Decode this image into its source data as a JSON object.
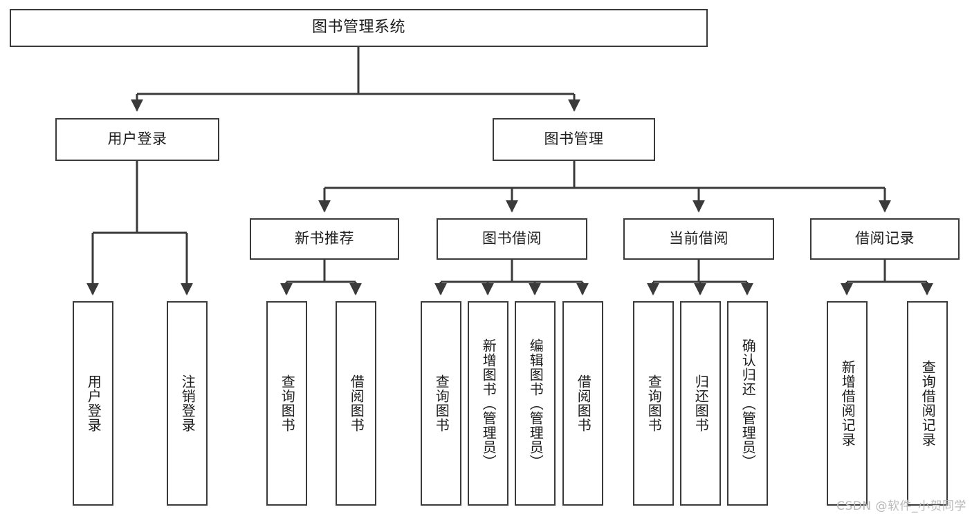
{
  "diagram": {
    "title": "图书管理系统",
    "type": "tree",
    "levels": 4,
    "stroke_color": "#3a3a3a",
    "background_color": "#ffffff",
    "text_color": "#1d1d1d"
  },
  "root": {
    "label": "图书管理系统"
  },
  "level2": {
    "user_login": {
      "label": "用户登录"
    },
    "book_manage": {
      "label": "图书管理"
    }
  },
  "level3": {
    "new_book_recommend": {
      "label": "新书推荐"
    },
    "book_borrow": {
      "label": "图书借阅"
    },
    "current_borrow": {
      "label": "当前借阅"
    },
    "borrow_record": {
      "label": "借阅记录"
    }
  },
  "leaves": {
    "user_login": [
      {
        "label": "用户登录"
      },
      {
        "label": "注销登录"
      }
    ],
    "new_book_recommend": [
      {
        "label": "查询图书"
      },
      {
        "label": "借阅图书"
      }
    ],
    "book_borrow": [
      {
        "label": "查询图书"
      },
      {
        "label": "新增图书（管理员）"
      },
      {
        "label": "编辑图书（管理员）"
      },
      {
        "label": "借阅图书"
      }
    ],
    "current_borrow": [
      {
        "label": "查询图书"
      },
      {
        "label": "归还图书"
      },
      {
        "label": "确认归还（管理员）"
      }
    ],
    "borrow_record": [
      {
        "label": "新增借阅记录"
      },
      {
        "label": "查询借阅记录"
      }
    ]
  },
  "watermark": {
    "text": "CSDN @软件_小贺同学"
  }
}
